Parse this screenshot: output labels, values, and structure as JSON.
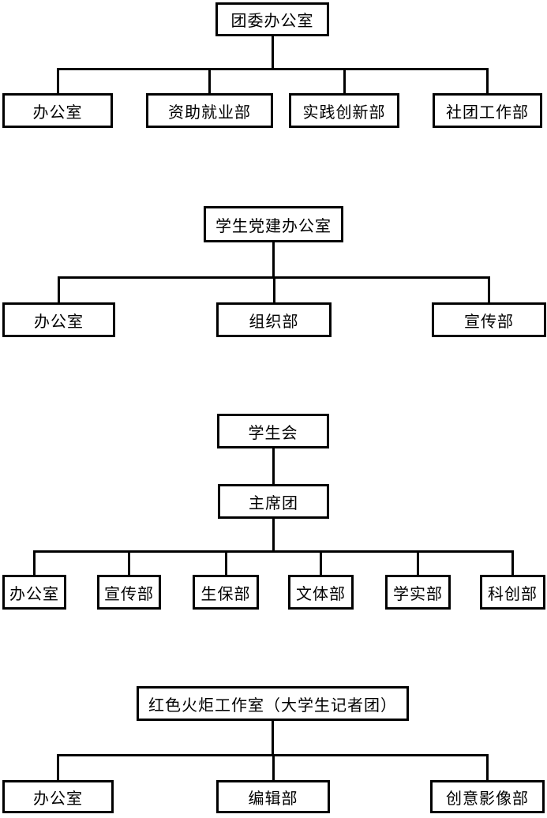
{
  "diagram": {
    "colors": {
      "line": "#000000",
      "box_background": "#ffffff",
      "text": "#000000"
    },
    "trees": [
      {
        "root": "团委办公室",
        "children": [
          "办公室",
          "资助就业部",
          "实践创新部",
          "社团工作部"
        ]
      },
      {
        "root": "学生党建办公室",
        "children": [
          "办公室",
          "组织部",
          "宣传部"
        ]
      },
      {
        "root": "学生会",
        "sub_root": "主席团",
        "children": [
          "办公室",
          "宣传部",
          "生保部",
          "文体部",
          "学实部",
          "科创部"
        ]
      },
      {
        "root": "红色火炬工作室（大学生记者团）",
        "children": [
          "办公室",
          "编辑部",
          "创意影像部"
        ]
      }
    ]
  }
}
